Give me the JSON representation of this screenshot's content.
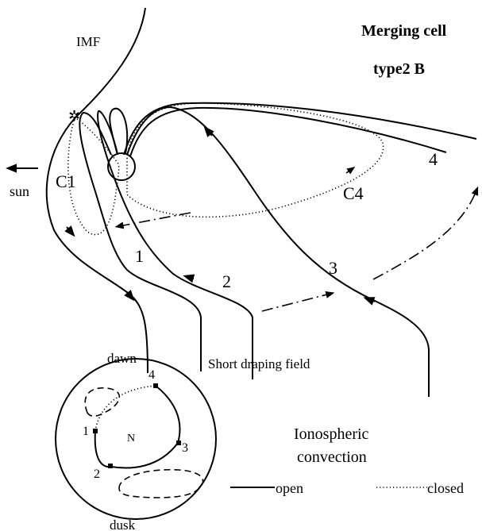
{
  "title": {
    "line1": "Merging cell",
    "line2": "type2 B"
  },
  "labels": {
    "imf": "IMF",
    "sun": "sun",
    "c1": "C1",
    "c4": "C4",
    "line1": "1",
    "line2": "2",
    "line3": "3",
    "line4": "4",
    "short_draping": "Short draping field"
  },
  "polar_map": {
    "dawn": "dawn",
    "dusk": "dusk",
    "pole": "N",
    "points": [
      "1",
      "2",
      "3",
      "4"
    ]
  },
  "legend": {
    "title_line1": "Ionospheric",
    "title_line2": "convection",
    "open": "open",
    "closed": "closed"
  }
}
